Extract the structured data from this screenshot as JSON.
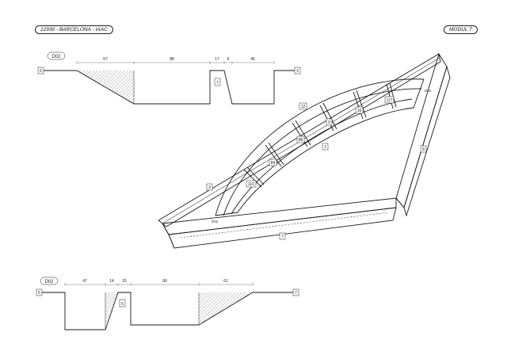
{
  "header": {
    "project_label": "12930 - BARCELONA - IAAC",
    "module_label": "MODUL T"
  },
  "top_profile": {
    "label": "D01",
    "dimensions": [
      "67",
      "88",
      "17",
      "9",
      "45"
    ],
    "end_tags": [
      "6",
      "3"
    ],
    "notch_tag": "7"
  },
  "bottom_profile": {
    "label": "D01",
    "dimensions": [
      "47",
      "14",
      "15",
      "90",
      "61"
    ],
    "end_tags": [
      "5",
      "7"
    ],
    "notch_tag": "6"
  },
  "frame_model": {
    "part_tags": [
      "12",
      "117",
      "16",
      "9",
      "88",
      "1",
      "84",
      "110",
      "3",
      "8",
      "7"
    ],
    "joint_labels": [
      "D01",
      "D02"
    ]
  }
}
